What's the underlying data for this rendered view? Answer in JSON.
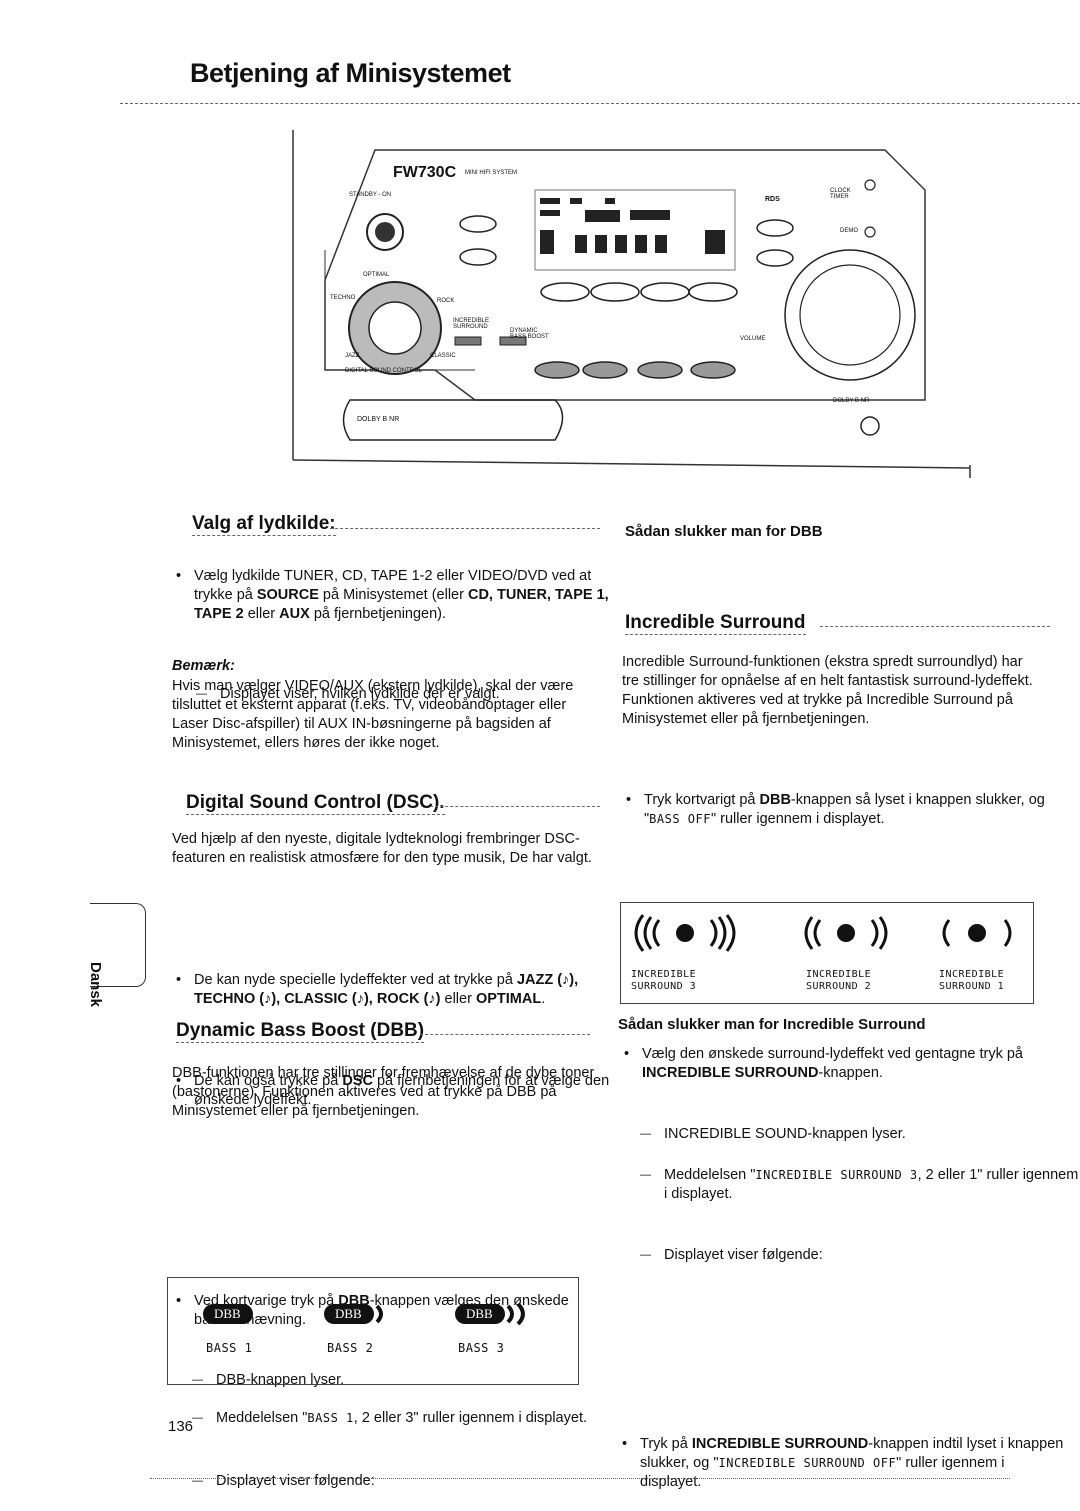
{
  "page": {
    "title": "Betjening af Minisystemet",
    "page_number": "136",
    "side_tab": "Dansk"
  },
  "device": {
    "model": "FW730C",
    "model_sub": "MINI HIFI SYSTEM",
    "standby": "STANDBY - ON",
    "clock_timer": "CLOCK TIMER",
    "demo": "DEMO",
    "rds": "RDS",
    "volume": "VOLUME",
    "techno": "TECHNO",
    "rock": "ROCK",
    "jazz": "JAZZ",
    "classic": "CLASSIC",
    "optimal": "OPTIMAL",
    "dsc": "DIGITAL SOUND CONTROL",
    "incredible_surround": "INCREDIBLE SURROUND",
    "dynamic_bass_boost": "DYNAMIC BASS BOOST",
    "dolby": "DOLBY B NR",
    "tape_label": "DOLBY B NR"
  },
  "left": {
    "valg": {
      "heading": "Valg af lydkilde:",
      "b1_pre": "Vælg lydkilde TUNER, CD, TAPE 1-2 eller VIDEO/DVD ved at trykke på ",
      "b1_k1": "SOURCE",
      "b1_mid": " på Minisystemet (eller ",
      "b1_k2": "CD, TUNER, TAPE 1, TAPE 2",
      "b1_mid2": " eller ",
      "b1_k3": "AUX",
      "b1_post": " på fjernbetjeningen).",
      "d1": "Displayet viser, hvilken lydkilde der er valgt.",
      "note_title": "Bemærk:",
      "note_text": "Hvis man vælger VIDEO/AUX (ekstern lydkilde), skal der være tilsluttet et eksternt apparat (f.eks. TV, videobåndoptager eller Laser Disc-afspiller) til AUX IN-bøsningerne på bagsiden af Minisystemet, ellers høres der ikke noget."
    },
    "dsc": {
      "heading": "Digital Sound Control (DSC).",
      "text": "Ved hjælp af den nyeste, digitale lydteknologi frembringer DSC-featuren en realistisk atmosfære for den type musik, De har valgt.",
      "b1_pre": "De kan nyde specielle lydeffekter ved at trykke på ",
      "b1_k": "JAZZ (♪), TECHNO (♪), CLASSIC (♪), ROCK (♪)",
      "b1_mid": " eller ",
      "b1_k2": "OPTIMAL",
      "b1_post": ".",
      "b2_pre": "De kan også trykke på ",
      "b2_k": "DSC",
      "b2_post": " på fjernbetjeningen for at vælge den ønskede lydeffekt."
    },
    "dbb": {
      "heading": "Dynamic Bass Boost (DBB)",
      "text": "DBB-funktionen har tre stillinger for fremhævelse af de dybe toner (bastonerne). Funktionen aktiveres ved at trykke på DBB på Minisystemet eller på fjernbetjeningen.",
      "b1_pre": "Ved kortvarige tryk på ",
      "b1_k": "DBB",
      "b1_post": "-knappen vælges den ønskede basfremhævning.",
      "d1": "DBB-knappen lyser.",
      "d2_pre": "Meddelelsen \"",
      "d2_seg": "BASS 1",
      "d2_post": ", 2 eller 3\" ruller igennem i displayet.",
      "d3": "Displayet viser følgende:",
      "display": [
        {
          "icon": "DBB",
          "label": "BASS 1"
        },
        {
          "icon": "DBB",
          "label": "BASS 2"
        },
        {
          "icon": "DBB",
          "label": "BASS 3"
        }
      ]
    }
  },
  "right": {
    "dbb_off": {
      "heading": "Sådan slukker man for DBB",
      "b1_pre": "Tryk kortvarigt på ",
      "b1_k": "DBB",
      "b1_post": "-knappen så lyset i knappen slukker, og \"",
      "b1_seg": "BASS OFF",
      "b1_end": "\" ruller igennem i displayet."
    },
    "incredible": {
      "heading": "Incredible Surround",
      "text": "Incredible Surround-funktionen (ekstra spredt surroundlyd) har tre stillinger for opnåelse af en helt fantastisk surround-lydeffekt. Funktionen aktiveres ved at trykke på Incredible Surround på Minisystemet eller på fjernbetjeningen.",
      "b1_pre": "Vælg den ønskede surround-lydeffekt ved gentagne tryk på ",
      "b1_k": "INCREDIBLE SURROUND",
      "b1_post": "-knappen.",
      "d1": "INCREDIBLE SOUND-knappen lyser.",
      "d2_pre": "Meddelelsen \"",
      "d2_seg": "INCREDIBLE SURROUND 3",
      "d2_post": ", 2 eller 1\" ruller igennem i displayet.",
      "d3": "Displayet viser følgende:",
      "display": [
        {
          "line1": "INCREDIBLE",
          "line2": "SURROUND 3"
        },
        {
          "line1": "INCREDIBLE",
          "line2": "SURROUND 2"
        },
        {
          "line1": "INCREDIBLE",
          "line2": "SURROUND 1"
        }
      ]
    },
    "is_off": {
      "heading": "Sådan slukker man for Incredible Surround",
      "b1_pre": "Tryk på ",
      "b1_k": "INCREDIBLE SURROUND",
      "b1_post": "-knappen indtil lyset i knappen slukker, og \"",
      "b1_seg": "INCREDIBLE SURROUND OFF",
      "b1_end": "\" ruller igennem i displayet."
    }
  }
}
